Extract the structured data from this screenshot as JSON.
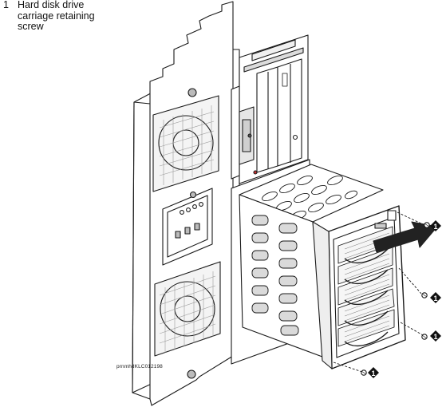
{
  "legend": {
    "number": "1",
    "text": "Hard disk drive\ncarriage retaining\nscrew"
  },
  "callout_label": "1",
  "figure_id": "prnmhdKLC012198",
  "colors": {
    "line": "#1a1a1a",
    "fill": "#ffffff",
    "shade": "#d8d8d8",
    "dark": "#333333",
    "arrow": "#222222"
  }
}
